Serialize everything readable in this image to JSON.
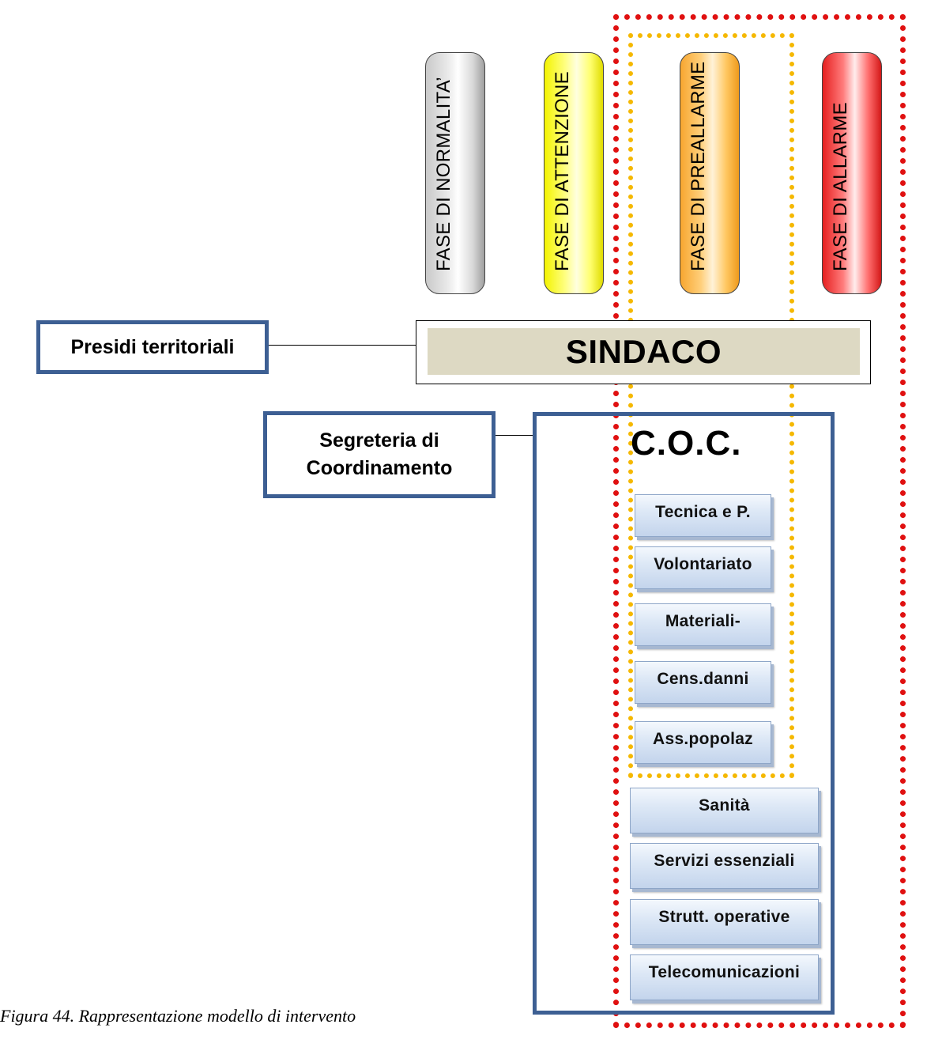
{
  "phases": [
    {
      "label": "FASE DI NORMALITA’",
      "color": "#d9d9d9"
    },
    {
      "label": "FASE DI ATTENZIONE",
      "color": "#ffff66"
    },
    {
      "label": "FASE DI PREALLARME",
      "color": "#ffc05a"
    },
    {
      "label": "FASE DI ALLARME",
      "color": "#ff4a4a"
    }
  ],
  "presidi": {
    "label": "Presidi territoriali"
  },
  "segreteria": {
    "line1": "Segreteria di",
    "line2": "Coordinamento"
  },
  "sindaco": {
    "label": "SINDACO"
  },
  "coc": {
    "title": "C.O.C.",
    "functions_prealarm": [
      "Tecnica e P.",
      "Volontariato",
      "Materiali-",
      "Cens.danni",
      "Ass.popolaz"
    ],
    "functions_alarm": [
      "Sanità",
      "Servizi essenziali",
      "Strutt. operative",
      "Telecomunicazioni"
    ]
  },
  "caption": "Figura 44. Rappresentazione modello di intervento",
  "colors": {
    "box_border": "#3d5f93",
    "alarm_region": "#e01010",
    "prealarm_region": "#f5b800",
    "sindaco_fill": "#ddd9c3"
  }
}
